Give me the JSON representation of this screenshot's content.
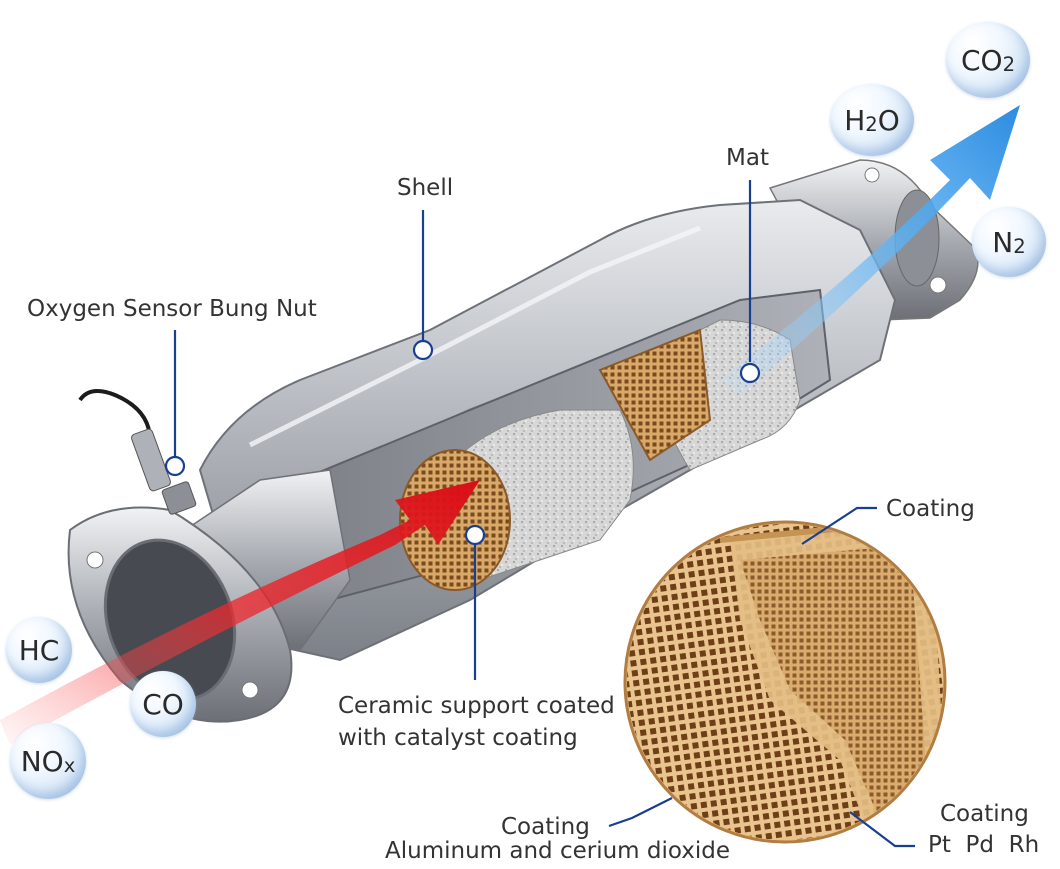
{
  "labels": {
    "shell": "Shell",
    "mat": "Mat",
    "oxygen_sensor": "Oxygen Sensor Bung Nut",
    "ceramic_line1": "Ceramic support coated",
    "ceramic_line2": "with catalyst coating",
    "coating_top": "Coating",
    "coating_bottom_title": "Coating",
    "coating_bottom_detail": "Aluminum and cerium dioxide",
    "coating_right_title": "Coating",
    "coating_right_detail": "Pt  Pd  Rh"
  },
  "inputs": {
    "hc": "HC",
    "co": "CO",
    "nox_main": "NO",
    "nox_sub": "x"
  },
  "outputs": {
    "h2o_a": "H",
    "h2o_sub": "2",
    "h2o_b": "O",
    "co2_main": "CO",
    "co2_sub": "2",
    "n2_main": "N",
    "n2_sub": "2"
  },
  "colors": {
    "callout_line": "#1b3f8f",
    "inflow_arrow": "#e8121a",
    "outflow_arrow": "#3a9be8",
    "shell_metal": "#b9bcc0",
    "ceramic": "#c79a5c"
  }
}
